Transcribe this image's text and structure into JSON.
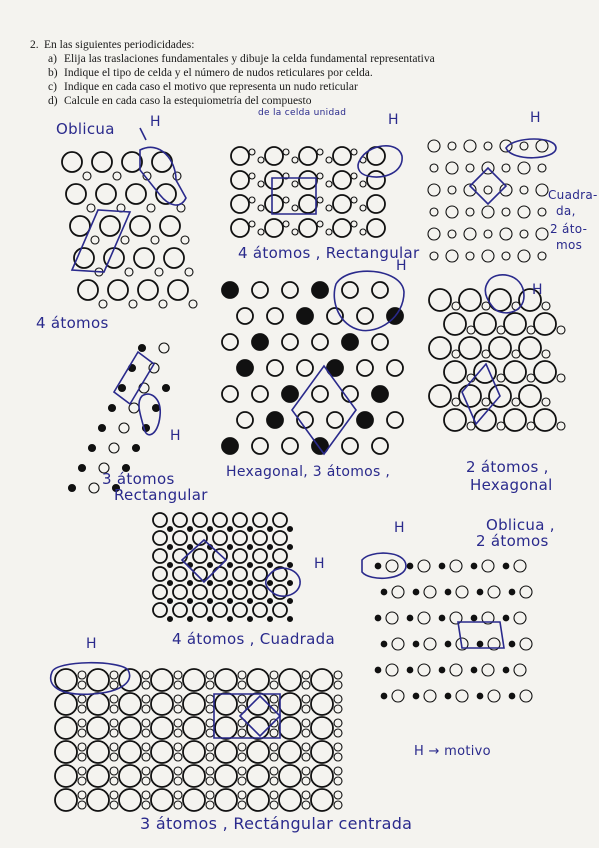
{
  "question": {
    "number": "2.",
    "stem": "En las siguientes periodicidades:",
    "items": [
      {
        "mark": "a)",
        "text": "Elija las traslaciones fundamentales y dibuje la celda fundamental representativa"
      },
      {
        "mark": "b)",
        "text": "Indique el tipo de celda y el número de nudos reticulares por celda."
      },
      {
        "mark": "c)",
        "text": "Indique en cada caso el motivo que representa un nudo reticular"
      },
      {
        "mark": "d)",
        "text": "Calcule en cada caso la estequiometría del compuesto"
      }
    ]
  },
  "annotations": {
    "p1_title": "Oblicua",
    "p1_h": "H",
    "p1_count": "4 átomos",
    "p2_top": "de la celda unidad",
    "p2_h": "H",
    "p2_caption": "4 átomos , Rectangular",
    "p3_h": "H",
    "p3_side1": "Cuadra-",
    "p3_side2": "da,",
    "p3_side3": "2 áto-",
    "p3_side4": "mos",
    "p4_h": "H",
    "p4_caption1": "3 átomos",
    "p4_caption2": "Rectangular",
    "p5_h": "H",
    "p5_caption": "Hexagonal, 3 átomos ,",
    "p6_h": "H",
    "p6_caption1": "2 átomos ,",
    "p6_caption2": "Hexagonal",
    "p7_h": "H",
    "p7_caption": "4 átomos , Cuadrada",
    "p8_h": "H",
    "p8_caption1": "Oblicua ,",
    "p8_caption2": "2 átomos",
    "p8_legend": "H → motivo",
    "p9_h": "H",
    "p9_caption": "3 átomos , Rectángular centrada"
  }
}
